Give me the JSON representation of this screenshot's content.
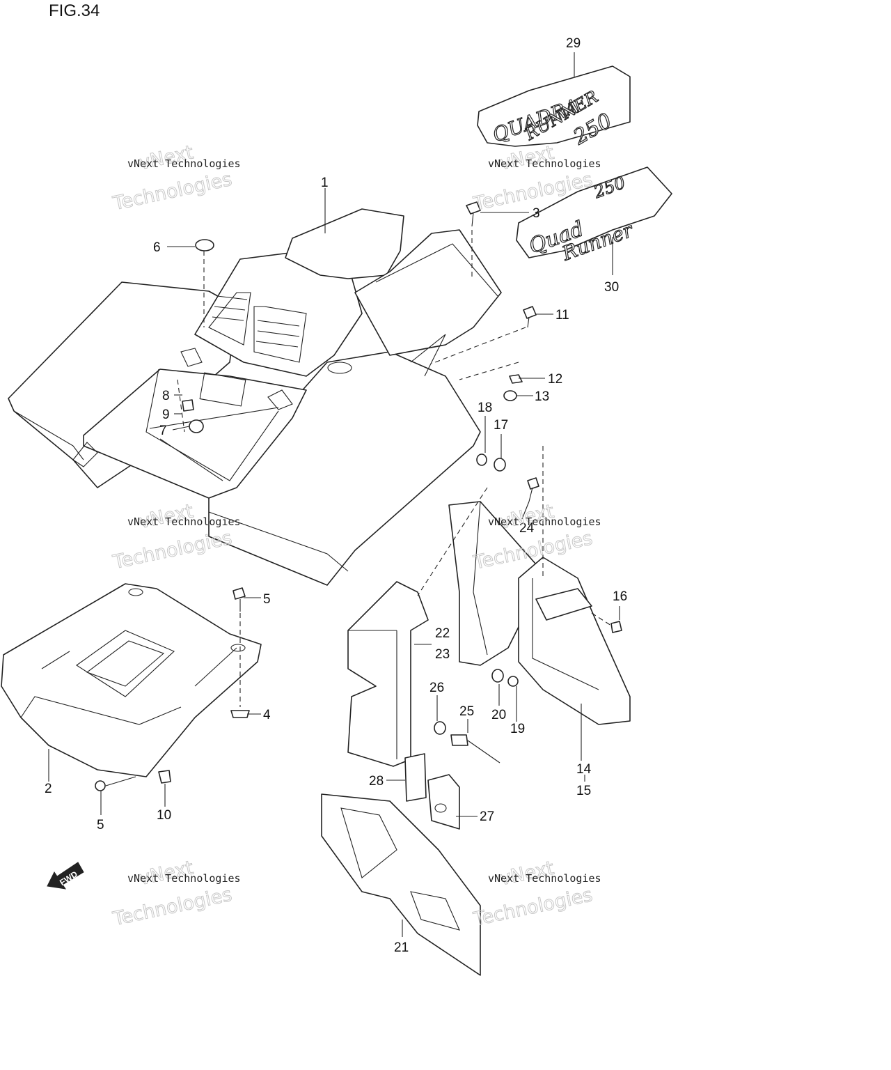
{
  "figure": {
    "title": "FIG.34"
  },
  "callouts": [
    {
      "id": "c1",
      "label": "1"
    },
    {
      "id": "c2",
      "label": "2"
    },
    {
      "id": "c3",
      "label": "3"
    },
    {
      "id": "c4",
      "label": "4"
    },
    {
      "id": "c5a",
      "label": "5"
    },
    {
      "id": "c5b",
      "label": "5"
    },
    {
      "id": "c6",
      "label": "6"
    },
    {
      "id": "c7",
      "label": "7"
    },
    {
      "id": "c8",
      "label": "8"
    },
    {
      "id": "c9",
      "label": "9"
    },
    {
      "id": "c10",
      "label": "10"
    },
    {
      "id": "c11",
      "label": "11"
    },
    {
      "id": "c12",
      "label": "12"
    },
    {
      "id": "c13",
      "label": "13"
    },
    {
      "id": "c14",
      "label": "14"
    },
    {
      "id": "c15",
      "label": "15"
    },
    {
      "id": "c16",
      "label": "16"
    },
    {
      "id": "c17",
      "label": "17"
    },
    {
      "id": "c18",
      "label": "18"
    },
    {
      "id": "c19",
      "label": "19"
    },
    {
      "id": "c20",
      "label": "20"
    },
    {
      "id": "c21",
      "label": "21"
    },
    {
      "id": "c22",
      "label": "22"
    },
    {
      "id": "c23",
      "label": "23"
    },
    {
      "id": "c24",
      "label": "24"
    },
    {
      "id": "c25",
      "label": "25"
    },
    {
      "id": "c26",
      "label": "26"
    },
    {
      "id": "c27",
      "label": "27"
    },
    {
      "id": "c28",
      "label": "28"
    },
    {
      "id": "c29",
      "label": "29"
    },
    {
      "id": "c30",
      "label": "30"
    }
  ],
  "watermark": {
    "small": "vNext Technologies",
    "big_top": "vNext",
    "big_bottom": "Technologies"
  },
  "decals": {
    "d29_line1": "QUADRA",
    "d29_line2": "RUNNER",
    "d29_line3": "250",
    "d30_line1": "Quad",
    "d30_line2": "250",
    "d30_line3": "Runner"
  },
  "fwd_arrow": {
    "label": "FWD"
  }
}
